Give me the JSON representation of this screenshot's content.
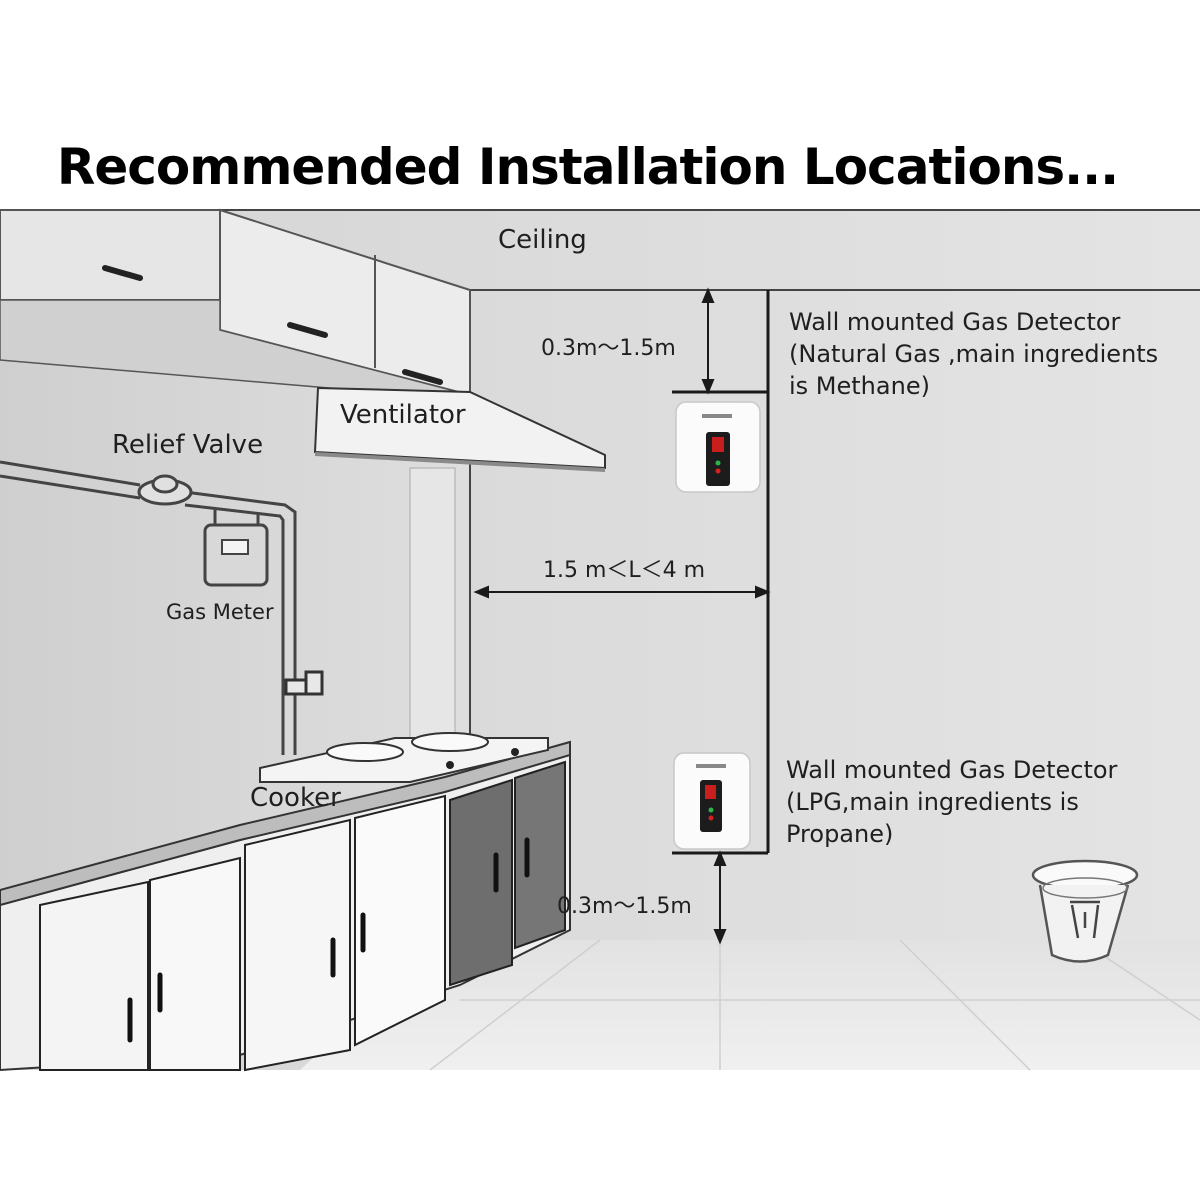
{
  "title": "Recommended Installation Locations...",
  "labels": {
    "ceiling": "Ceiling",
    "ventilator": "Ventilator",
    "relief_valve": "Relief Valve",
    "gas_meter": "Gas Meter",
    "cooker": "Cooker"
  },
  "dimensions": {
    "top_distance": "0.3m～1.5m",
    "horizontal_distance": "1.5 m＜L＜4 m",
    "bottom_distance": "0.3m～1.5m"
  },
  "detector_upper": {
    "line1": "Wall mounted Gas Detector",
    "line2": "(Natural Gas ,main ingredients",
    "line3": "is Methane)"
  },
  "detector_lower": {
    "line1": "Wall mounted Gas Detector",
    "line2": "(LPG,main ingredients is",
    "line3": "Propane)"
  },
  "colors": {
    "wall": "#dcdcdc",
    "floor": "#e8e8e8",
    "cabinet_dark": "#6e6e6e",
    "line": "#1a1a1a",
    "display_red": "#d42020",
    "led_green": "#2fb34a"
  },
  "icons": [
    "gas-detector-icon",
    "trash-can-icon",
    "relief-valve-icon",
    "gas-meter-icon"
  ]
}
